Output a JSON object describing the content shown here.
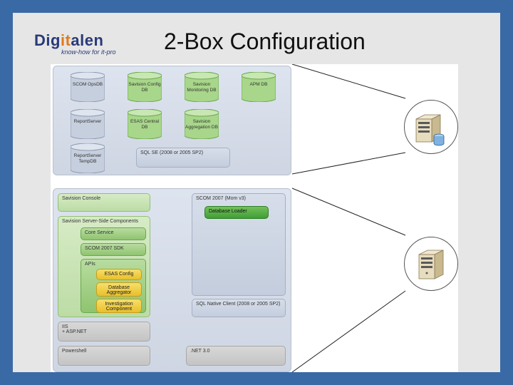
{
  "slide": {
    "title": "2-Box Configuration",
    "logo": {
      "main_a": "Dig",
      "main_b": "it",
      "main_c": "alen",
      "sub": "know-how for it-pro"
    }
  },
  "top_panel": {
    "databases": [
      {
        "label": "SCOM OpsDB"
      },
      {
        "label": "Savision Config DB"
      },
      {
        "label": "Savision Monitoring DB"
      },
      {
        "label": "APM DB"
      },
      {
        "label": "ReportServer"
      },
      {
        "label": "ESAS Central DB"
      },
      {
        "label": "Savision Aggregation DB"
      },
      {
        "label": "ReportServer TempDB"
      }
    ],
    "sql_box": "SQL SE (2008 or 2005 SP2)"
  },
  "bottom_panel": {
    "console": "Savision Console",
    "server_components": "Savision Server-Side Components",
    "core_service": "Core Service",
    "sdk": "SCOM 2007 SDK",
    "apis": "APIs",
    "esas_config": "ESAS Config",
    "db_aggregator": "Database Aggregator",
    "investigation": "Investigation Component",
    "iis": "IIS",
    "aspnet": "+ ASP.NET",
    "powershell": "Powershell",
    "scom": "SCOM 2007 (Mom v3)",
    "db_loader": "Database Loader",
    "sql_native": "SQL Native Client (2008 or 2005 SP2)",
    "dotnet": ".NET 3.0"
  },
  "icons": {
    "server_top": "server-database-icon",
    "server_bottom": "server-icon"
  },
  "colors": {
    "frame": "#3a6aa6",
    "green": "#6aa84f",
    "yellow": "#e9bf2b",
    "panel": "#cfd6e3"
  }
}
